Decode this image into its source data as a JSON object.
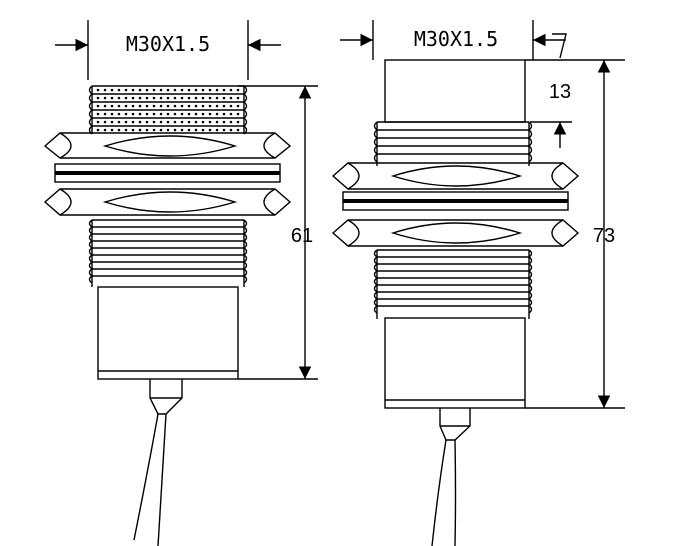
{
  "left_sensor": {
    "thread_label": "M30X1.5",
    "length_label": "61"
  },
  "right_sensor": {
    "thread_label": "M30X1.5",
    "cap_label": "13",
    "length_label": "73"
  },
  "colors": {
    "line": "#000000",
    "background": "#ffffff"
  }
}
